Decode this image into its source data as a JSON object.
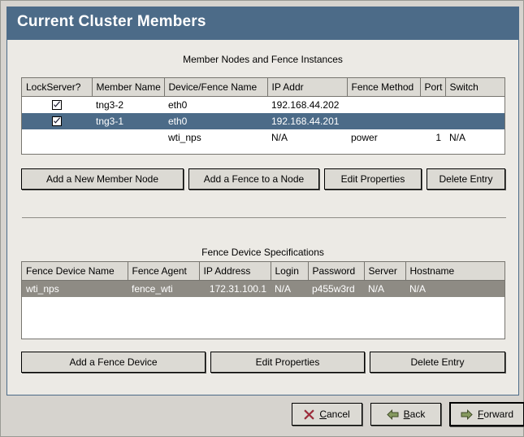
{
  "window": {
    "title": "Current Cluster Members",
    "title_bar_color": "#4c6b88",
    "panel_color": "#eceae5",
    "chrome_color": "#d6d3ce"
  },
  "member_section": {
    "heading": "Member Nodes and Fence Instances",
    "columns": [
      "LockServer?",
      "Member Name",
      "Device/Fence Name",
      "IP Addr",
      "Fence Method",
      "Port",
      "Switch"
    ],
    "rows": [
      {
        "lockserver": true,
        "member_name": "tng3-2",
        "device_fence_name": "eth0",
        "ip_addr": "192.168.44.202",
        "fence_method": "",
        "port": "",
        "switch": "",
        "selected": false
      },
      {
        "lockserver": true,
        "member_name": "tng3-1",
        "device_fence_name": "eth0",
        "ip_addr": "192.168.44.201",
        "fence_method": "",
        "port": "",
        "switch": "",
        "selected": true
      },
      {
        "lockserver": false,
        "member_name": "",
        "device_fence_name": "wti_nps",
        "ip_addr": "N/A",
        "fence_method": "power",
        "port": "1",
        "switch": "N/A",
        "selected": false
      }
    ],
    "buttons": {
      "add_member": "Add a New Member Node",
      "add_fence": "Add a Fence to a Node",
      "edit_properties": "Edit Properties",
      "delete_entry": "Delete Entry"
    }
  },
  "fence_section": {
    "heading": "Fence Device Specifications",
    "columns": [
      "Fence Device Name",
      "Fence Agent",
      "IP Address",
      "Login",
      "Password",
      "Server",
      "Hostname"
    ],
    "rows": [
      {
        "fence_device_name": "wti_nps",
        "fence_agent": "fence_wti",
        "ip_address": "172.31.100.1",
        "login": "N/A",
        "password": "p455w3rd",
        "server": "N/A",
        "hostname": "N/A",
        "selected": true
      }
    ],
    "buttons": {
      "add_fence_device": "Add a Fence Device",
      "edit_properties": "Edit Properties",
      "delete_entry": "Delete Entry"
    }
  },
  "footer": {
    "cancel": {
      "label": "Cancel",
      "mnemonic": "C",
      "rest": "ancel",
      "icon": "cancel-x-icon",
      "icon_color": "#aa2b3c"
    },
    "back": {
      "label": "Back",
      "mnemonic": "B",
      "rest": "ack",
      "icon": "arrow-left-icon",
      "icon_color": "#7f9a55"
    },
    "forward": {
      "label": "Forward",
      "mnemonic": "F",
      "rest": "orward",
      "icon": "arrow-right-icon",
      "icon_color": "#7f9a55",
      "is_default": true
    }
  }
}
